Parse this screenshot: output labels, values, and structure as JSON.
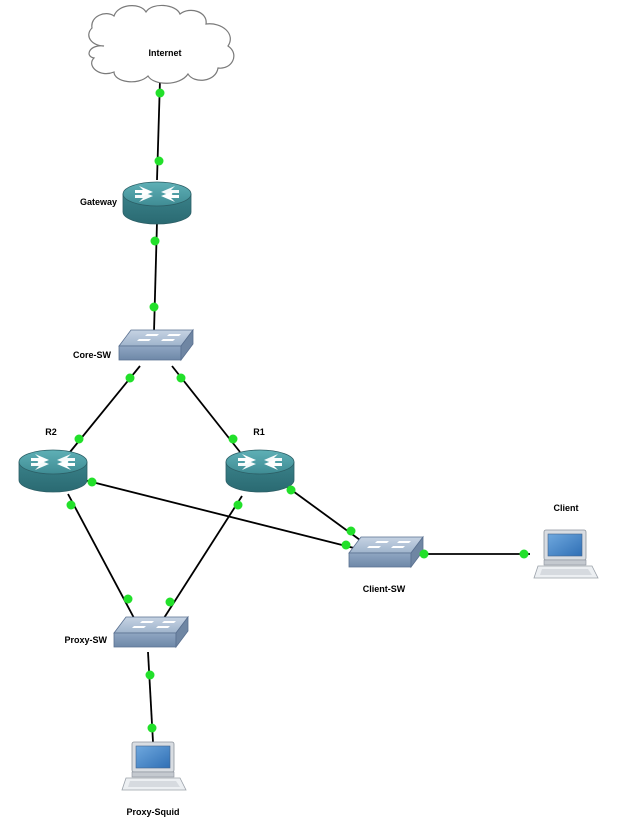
{
  "diagram": {
    "type": "network-topology",
    "colors": {
      "link": "#000000",
      "port": "#22e02a",
      "router_body": "#3f8c94",
      "switch_body": "#8fa6c2",
      "cloud_fill": "#ffffff"
    },
    "nodes": [
      {
        "id": "internet",
        "label": "Internet",
        "kind": "cloud",
        "icon": "cloud-icon"
      },
      {
        "id": "gateway",
        "label": "Gateway",
        "kind": "router",
        "icon": "router-icon"
      },
      {
        "id": "core_sw",
        "label": "Core-SW",
        "kind": "switch",
        "icon": "switch-icon"
      },
      {
        "id": "r2",
        "label": "R2",
        "kind": "router",
        "icon": "router-icon"
      },
      {
        "id": "r1",
        "label": "R1",
        "kind": "router",
        "icon": "router-icon"
      },
      {
        "id": "client_sw",
        "label": "Client-SW",
        "kind": "switch",
        "icon": "switch-icon"
      },
      {
        "id": "client",
        "label": "Client",
        "kind": "workstation",
        "icon": "computer-icon"
      },
      {
        "id": "proxy_sw",
        "label": "Proxy-SW",
        "kind": "switch",
        "icon": "switch-icon"
      },
      {
        "id": "proxy_squid",
        "label": "Proxy-Squid",
        "kind": "workstation",
        "icon": "computer-icon"
      }
    ],
    "links": [
      {
        "from": "internet",
        "to": "gateway"
      },
      {
        "from": "gateway",
        "to": "core_sw"
      },
      {
        "from": "core_sw",
        "to": "r2"
      },
      {
        "from": "core_sw",
        "to": "r1"
      },
      {
        "from": "r2",
        "to": "client_sw"
      },
      {
        "from": "r1",
        "to": "client_sw"
      },
      {
        "from": "client_sw",
        "to": "client"
      },
      {
        "from": "r2",
        "to": "proxy_sw"
      },
      {
        "from": "r1",
        "to": "proxy_sw"
      },
      {
        "from": "proxy_sw",
        "to": "proxy_squid"
      }
    ]
  }
}
